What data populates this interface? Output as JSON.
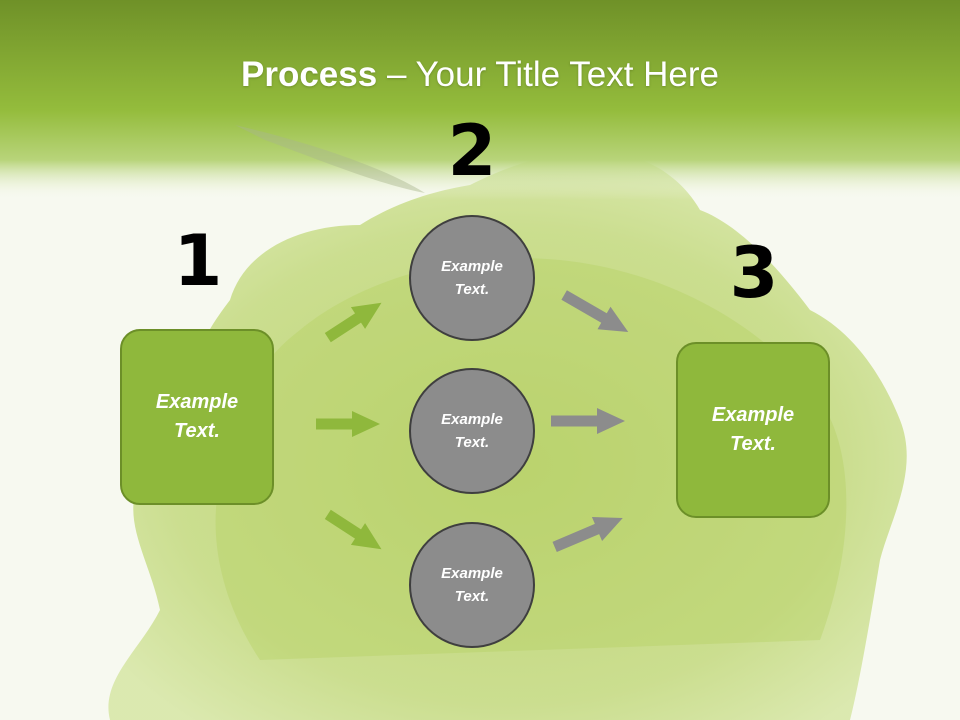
{
  "title": {
    "bold": "Process",
    "rest": " – Your Title Text Here"
  },
  "steps": [
    {
      "number": "1",
      "label_line1": "Example",
      "label_line2": "Text."
    },
    {
      "number": "2"
    },
    {
      "number": "3",
      "label_line1": "Example",
      "label_line2": "Text."
    }
  ],
  "circles": [
    {
      "label_line1": "Example",
      "label_line2": "Text."
    },
    {
      "label_line1": "Example",
      "label_line2": "Text."
    },
    {
      "label_line1": "Example",
      "label_line2": "Text."
    }
  ],
  "colors": {
    "header_green": "#8fb83c",
    "box_fill": "#8fb83c",
    "box_border": "#6c8f28",
    "circle_fill": "#8c8c8c",
    "circle_border": "#3f3f3f",
    "arrow_green": "#8fb83c",
    "arrow_gray": "#8c8c8c"
  }
}
